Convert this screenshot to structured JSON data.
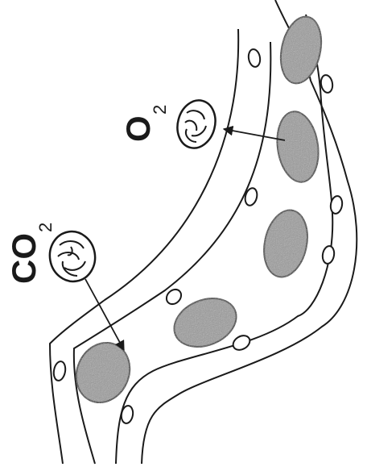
{
  "labels": {
    "co2": {
      "main": "CO",
      "sub": "2"
    },
    "o2": {
      "main": "O",
      "sub": "2"
    }
  },
  "colors": {
    "line": "#1a1a1a",
    "cell_fill": "#9a9a9a",
    "background": "#ffffff"
  }
}
